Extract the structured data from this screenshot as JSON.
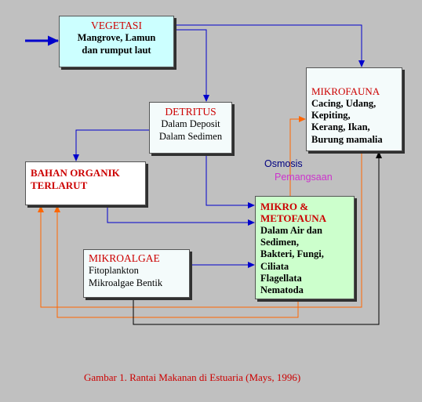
{
  "nodes": {
    "vegetasi": {
      "title": "VEGETASI",
      "lines": [
        "Mangrove, Lamun",
        "dan rumput laut"
      ]
    },
    "detritus": {
      "title": "DETRITUS",
      "lines": [
        "Dalam Deposit",
        "Dalam Sedimen"
      ]
    },
    "bahan_organik": {
      "title_lines": [
        "BAHAN ORGANIK",
        "TERLARUT"
      ]
    },
    "mikrofauna": {
      "title": "MIKROFAUNA",
      "lines": [
        "Cacing,  Udang,",
        "Kepiting,",
        "Kerang,   Ikan,",
        "Burung mamalia"
      ]
    },
    "mikro_metofauna": {
      "title_lines": [
        "MIKRO &",
        "METOFAUNA"
      ],
      "lines": [
        "Dalam Air dan",
        "Sedimen,",
        "Bakteri, Fungi,",
        "Ciliata",
        "Flagellata",
        "Nematoda"
      ]
    },
    "mikroalgae": {
      "title": "MIKROALGAE",
      "lines": [
        "Fitoplankton",
        "Mikroalgae Bentik"
      ]
    }
  },
  "legend": {
    "osmosis": "Osmosis",
    "pemangsaan": "Pemangsaan"
  },
  "caption": "Gambar  1. Rantai Makanan di Estuaria  (Mays, 1996)",
  "colors": {
    "background": "#c0c0c0",
    "blue_flow": "#0000cc",
    "orange_flow": "#ff6600",
    "black_flow": "#000000",
    "title_red": "#cc0000",
    "pemangsaan_label": "#cc33cc"
  }
}
